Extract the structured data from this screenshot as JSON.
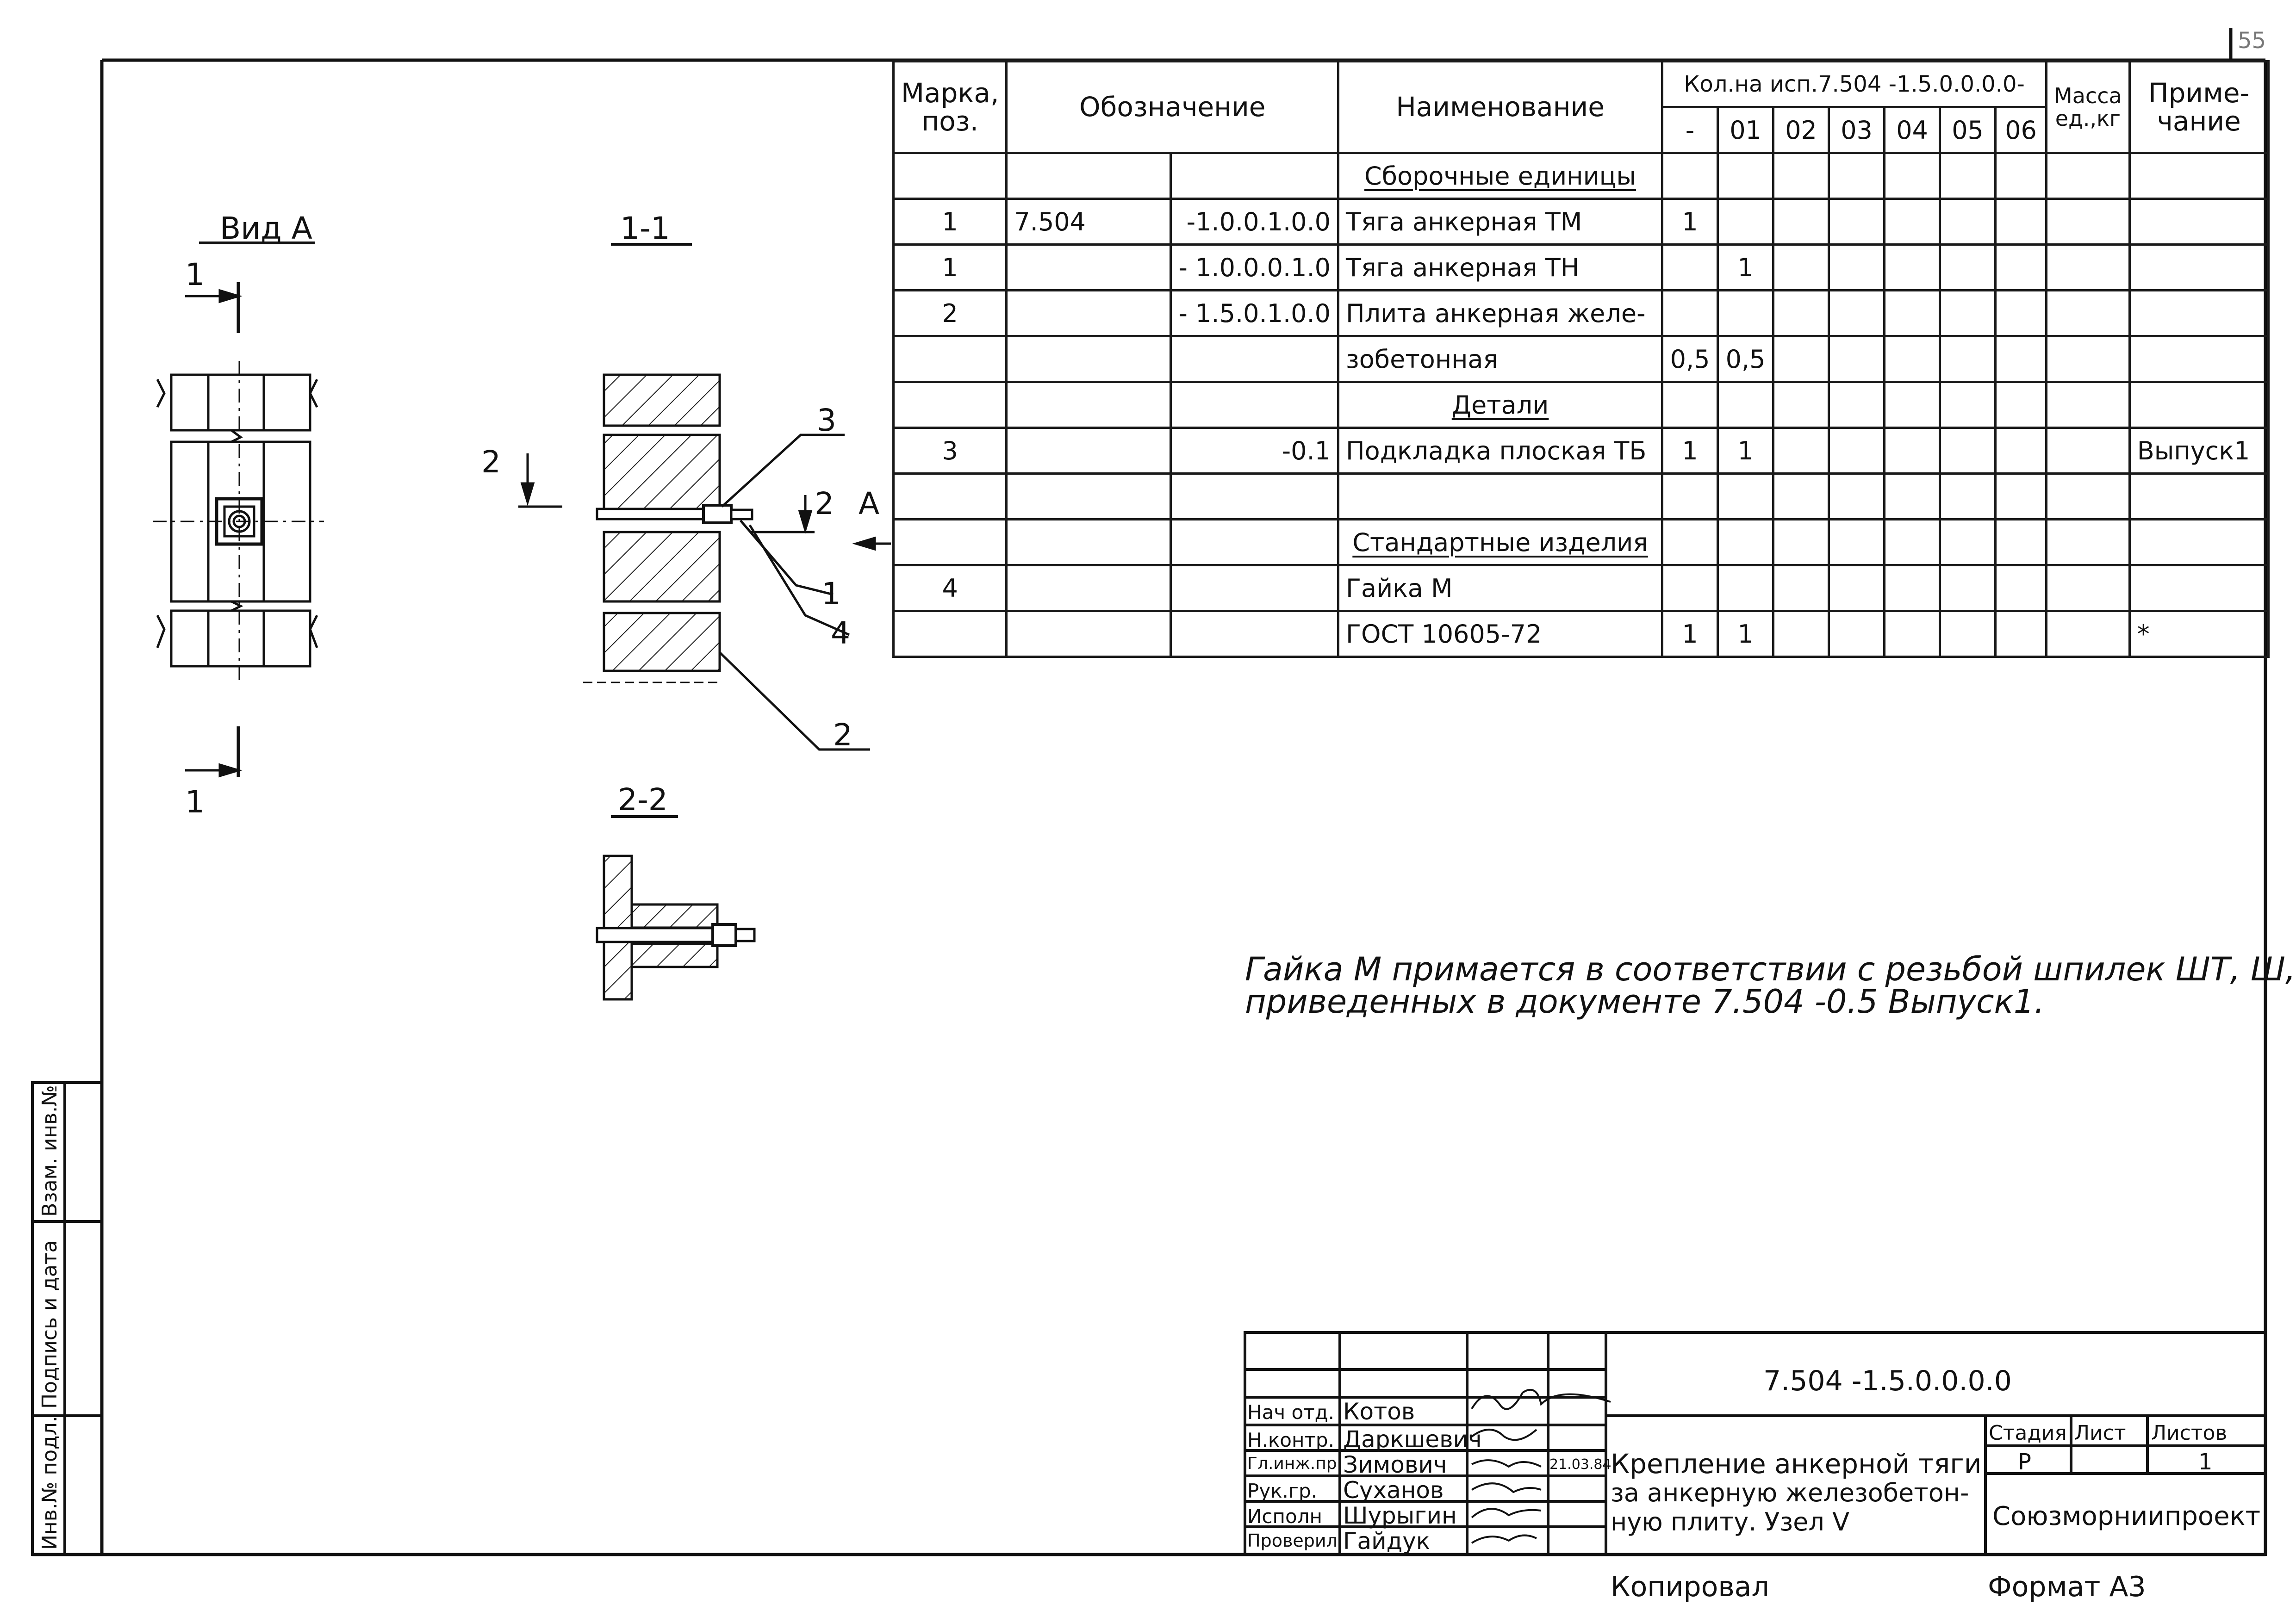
{
  "views": {
    "view_a": "Вид А",
    "section_1_1": "1-1",
    "section_2_2": "2-2",
    "cut_mark_1": "1",
    "cut_mark_2": "2",
    "arrow_a": "А",
    "leaders": [
      "3",
      "1",
      "4",
      "2"
    ]
  },
  "spec": {
    "headers": {
      "mark": "Марка, поз.",
      "designation": "Обозначение",
      "name": "Наименование",
      "qty": "Кол.на исп.7.504    -1.5.0.0.0.0-",
      "mass": "Масса ед.,кг",
      "note": "Приме- чание",
      "variants": [
        "-",
        "01",
        "02",
        "03",
        "04",
        "05",
        "06"
      ]
    },
    "rows": [
      {
        "mark": "",
        "doc": "",
        "code": "",
        "name": "Сборочные   единицы",
        "q0": "",
        "q1": "",
        "prim": "",
        "section": true
      },
      {
        "mark": "1",
        "doc": "7.504",
        "code": "-1.0.0.1.0.0",
        "name": "Тяга анкерная ТМ",
        "q0": "1",
        "q1": "",
        "prim": ""
      },
      {
        "mark": "1",
        "doc": "",
        "code": "- 1.0.0.0.1.0",
        "name": "Тяга анкерная ТН",
        "q0": "",
        "q1": "1",
        "prim": ""
      },
      {
        "mark": "2",
        "doc": "",
        "code": "- 1.5.0.1.0.0",
        "name": "Плита анкерная желе-",
        "q0": "",
        "q1": "",
        "prim": ""
      },
      {
        "mark": "",
        "doc": "",
        "code": "",
        "name": "зобетонная",
        "q0": "0,5",
        "q1": "0,5",
        "prim": ""
      },
      {
        "mark": "",
        "doc": "",
        "code": "",
        "name": "Детали",
        "q0": "",
        "q1": "",
        "prim": "",
        "section": true
      },
      {
        "mark": "3",
        "doc": "",
        "code": "-0.1",
        "name": "Подкладка плоская ТБ",
        "q0": "1",
        "q1": "1",
        "prim": "Выпуск1"
      },
      {
        "mark": "",
        "doc": "",
        "code": "",
        "name": "",
        "q0": "",
        "q1": "",
        "prim": ""
      },
      {
        "mark": "",
        "doc": "",
        "code": "",
        "name": "Стандартные   изделия",
        "q0": "",
        "q1": "",
        "prim": "",
        "section": true
      },
      {
        "mark": "4",
        "doc": "",
        "code": "",
        "name": "Гайка М",
        "q0": "",
        "q1": "",
        "prim": ""
      },
      {
        "mark": "",
        "doc": "",
        "code": "",
        "name": "ГОСТ 10605-72",
        "q0": "1",
        "q1": "1",
        "prim": "*"
      }
    ]
  },
  "note": {
    "line1": "Гайка М примается в соответствии с резьбой шпилек ШТ, Ш,",
    "line2": "приведенных в документе 7.504  -0.5  Выпуск1."
  },
  "title_block": {
    "doc_number": "7.504       -1.5.0.0.0.0",
    "roles": [
      "Нач отд.",
      "Н.контр.",
      "Гл.инж.пр.",
      "Рук.гр.",
      "Исполн",
      "Проверил"
    ],
    "names": [
      "Котов",
      "Даркшевич",
      "Зимович",
      "Суханов",
      "Шурыгин",
      "Гайдук"
    ],
    "date": "21.03.84",
    "title_line1": "Крепление анкерной тяги",
    "title_line2": "за анкерную железобетон-",
    "title_line3": "ную плиту. Узел V",
    "stage_label": "Стадия",
    "sheet_label": "Лист",
    "sheets_label": "Листов",
    "stage": "Р",
    "sheets": "1",
    "organization": "Союзморниипроект"
  },
  "side_stamp": {
    "inv_podl": "Инв.№ подл.",
    "sign_date": "Подпись и дата",
    "vzam": "Взам. инв.№"
  },
  "footer": {
    "copied": "Копировал",
    "format": "Формат А3"
  },
  "corner_mark": "55"
}
